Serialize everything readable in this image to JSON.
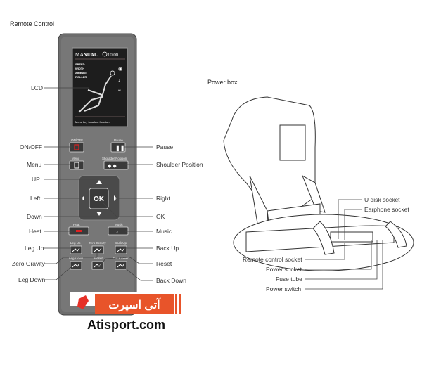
{
  "remote": {
    "title": "Remote Control",
    "lcd": {
      "mode": "MANUAL",
      "time": "10:00",
      "rows": [
        "SPEED",
        "WIDTH",
        "AIRBAG",
        "ROLLER"
      ],
      "hint": "Menu key to select function"
    },
    "button_captions": {
      "onoff": "ON/OFF",
      "pause": "Pause",
      "menu": "Menu",
      "shoulder": "Shoulder Position",
      "ok": "OK",
      "heat": "Heat",
      "music": "Music",
      "leg_up": "Leg Up",
      "zero_gravity": "Zero Gravity",
      "back_up": "Back Up",
      "leg_down": "Leg Down",
      "reset": "Reset",
      "back_down": "Back Down"
    },
    "callouts_left": [
      "LCD",
      "ON/OFF",
      "Menu",
      "UP",
      "Left",
      "Down",
      "Heat",
      "Leg Up",
      "Zero Gravity",
      "Leg Down"
    ],
    "callouts_right": [
      "Pause",
      "Shoulder Position",
      "Right",
      "OK",
      "Music",
      "Back Up",
      "Reset",
      "Back Down"
    ]
  },
  "power_box": {
    "title": "Power box",
    "callouts": [
      "U disk socket",
      "Earphone socket",
      "Remote control socket",
      "Power socket",
      "Fuse tube",
      "Power switch"
    ]
  },
  "watermark": {
    "name_fa": "آتی اسپرت",
    "site": "Atisport.com",
    "accent": "#e8542a"
  }
}
